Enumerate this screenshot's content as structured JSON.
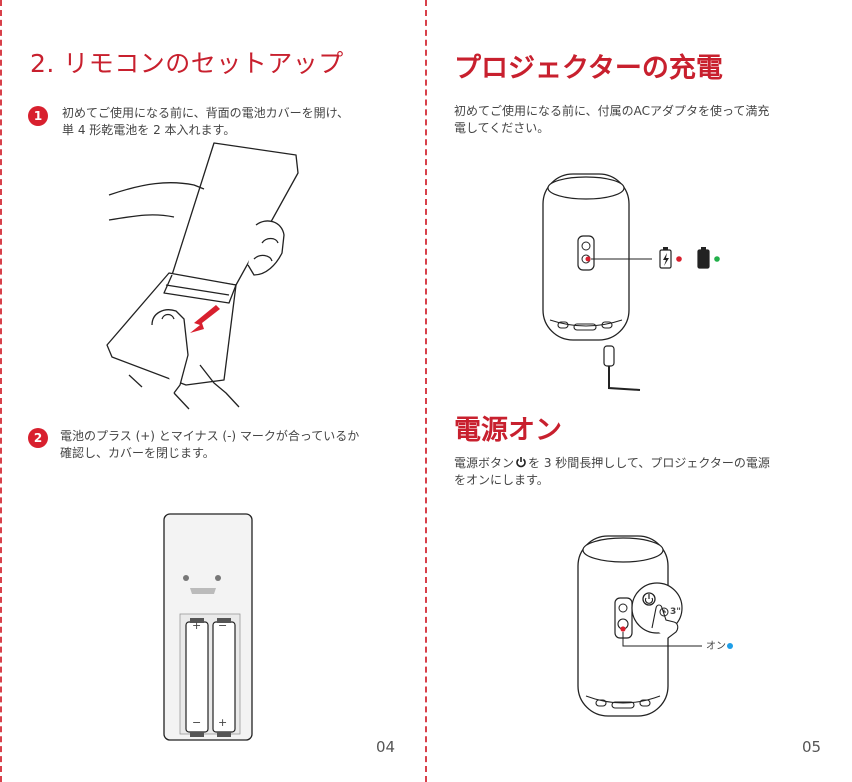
{
  "left_page": {
    "section_title": "2. リモコンのセットアップ",
    "step1": {
      "number": "1",
      "line1": "初めてご使用になる前に、背面の電池カバーを開け、",
      "line2": "単 4 形乾電池を 2 本入れます。"
    },
    "step2": {
      "number": "2",
      "line1": "電池のプラス (+) とマイナス (-) マークが合っているか",
      "line2": "確認し、カバーを閉じます。"
    },
    "battery_plus": "+",
    "battery_minus": "−",
    "page_number": "04"
  },
  "right_page": {
    "charge_title": "プロジェクターの充電",
    "charge_line1": "初めてご使用になる前に、付属のACアダプタを使って満充",
    "charge_line2": "電してください。",
    "power_title": "電源オン",
    "power_line1_pre": "電源ボタン",
    "power_line1_post": "を 3 秒間長押しして、プロジェクターの電源",
    "power_line2": "をオンにします。",
    "hold_label": "3\"",
    "on_label": "オン",
    "page_number": "05"
  },
  "colors": {
    "accent_red": "#c8202e",
    "led_red": "#d8202e",
    "led_green": "#22b04a",
    "led_blue": "#1e9ee8"
  },
  "icons": [
    "power-icon",
    "battery-charging-icon",
    "battery-full-icon",
    "timer-icon"
  ]
}
